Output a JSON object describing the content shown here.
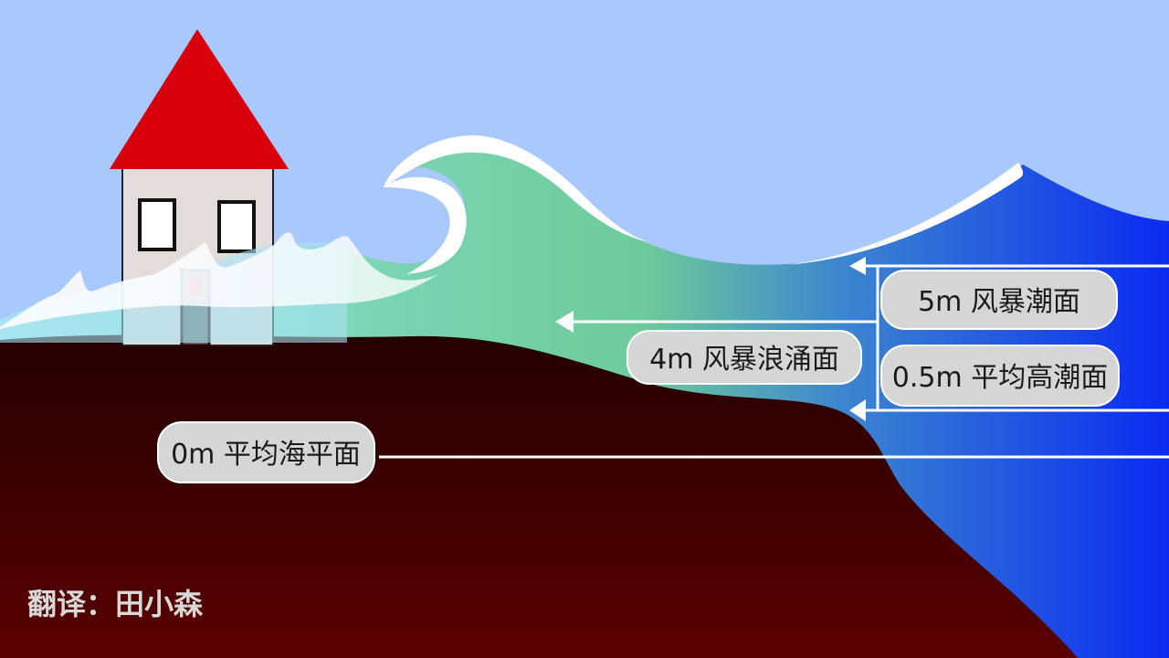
{
  "colors": {
    "sky": "#a9c8fb",
    "roof": "#d8000a",
    "house_wall": "#e4dcdc",
    "ground_top": "#230000",
    "ground_bottom": "#5a0000",
    "wave_green": "#7ed2ae",
    "wave_blue": "#1030ee",
    "label_fill": "#d6d6d6",
    "line": "#ffffff"
  },
  "levels": {
    "storm_tide": {
      "label": "5m 风暴潮面"
    },
    "storm_surge_wave": {
      "label": "4m 风暴浪涌面"
    },
    "mean_high_tide": {
      "label": "0.5m 平均高潮面"
    },
    "mean_sea_level": {
      "label": "0m 平均海平面"
    }
  },
  "credit": "翻译：田小森"
}
